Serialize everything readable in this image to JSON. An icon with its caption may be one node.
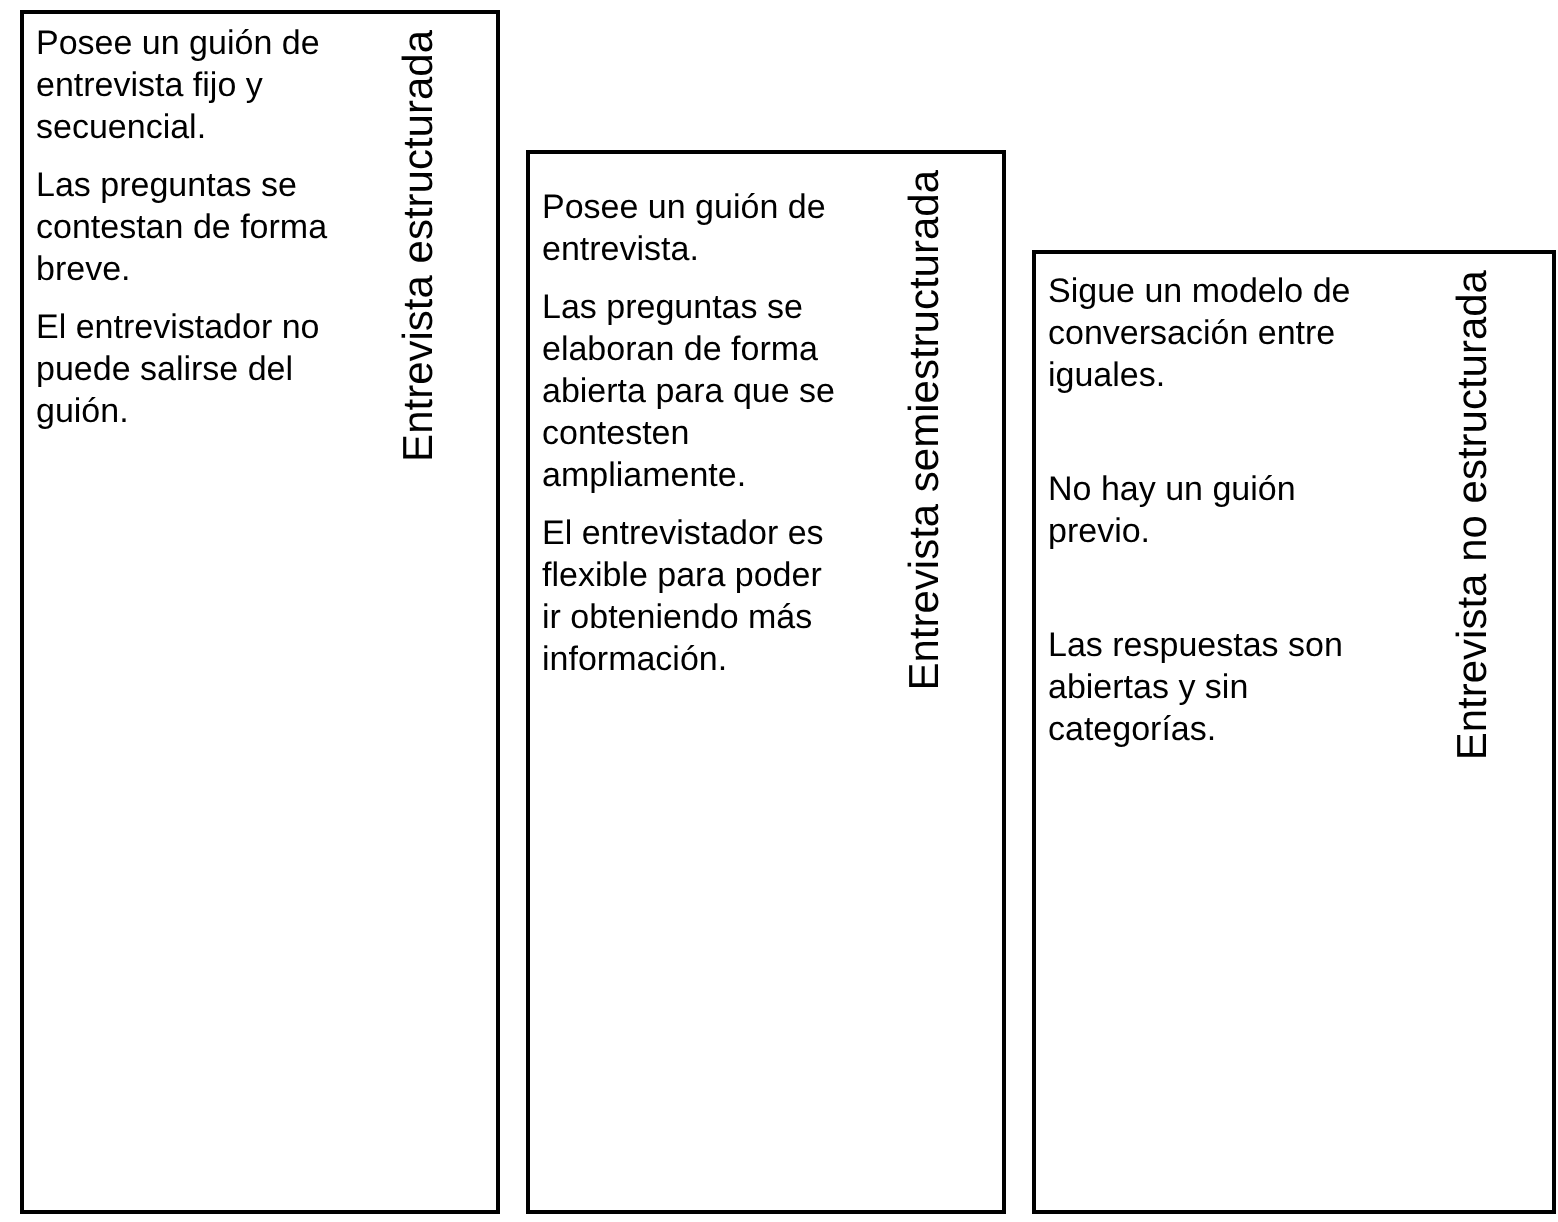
{
  "diagram": {
    "nodes": [
      {
        "text": [
          "Entrevista estructurada",
          "Posee un guión de entrevista fijo y secuencial.",
          "Las preguntas se contestan de forma breve.",
          "El entrevistador no puede salirse del guión."
        ]
      },
      {
        "text": [
          "Entrevista semiestructurada",
          "Posee un guión de entrevista.",
          "Las preguntas se elaboran de forma abierta para que se contesten ampliamente.",
          "El entrevistador es flexible para poder ir obteniendo más información."
        ]
      },
      {
        "text": [
          "Entrevista no estructurada",
          "Sigue un modelo de conversación entre iguales.",
          "No hay un guión previo.",
          "Las respuestas son abiertas y sin categorías."
        ]
      }
    ]
  }
}
